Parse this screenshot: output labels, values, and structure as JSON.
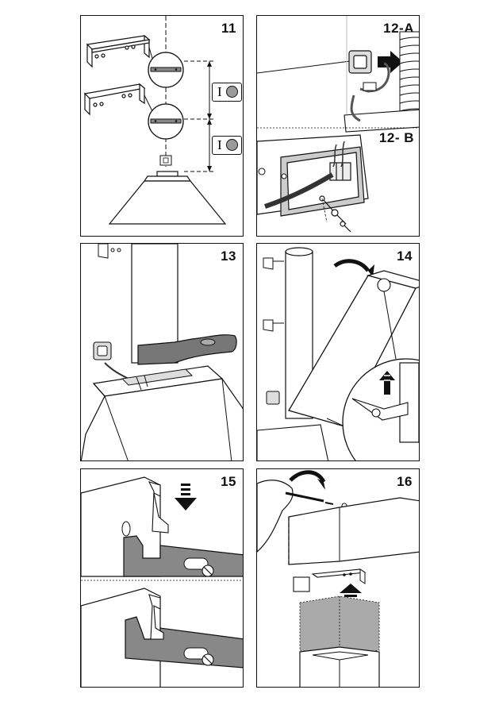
{
  "steps": {
    "s11": "11",
    "s12a": "12-A",
    "s12b": "12- B",
    "s13": "13",
    "s14": "14",
    "s15": "15",
    "s16": "16"
  },
  "icons": {
    "switch_symbol": "I",
    "switch_symbol_2": "I"
  }
}
